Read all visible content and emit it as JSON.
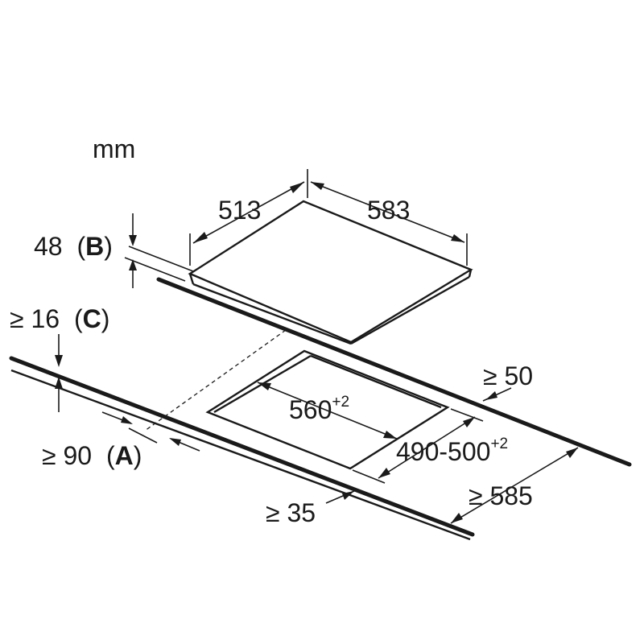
{
  "diagram": {
    "unit": "mm",
    "hob_width": "513",
    "hob_depth": "583",
    "hob_height": "48",
    "hob_height_ref": "B",
    "worktop_thickness": "≥ 16",
    "worktop_thickness_ref": "C",
    "cutout_width": "560",
    "cutout_width_tol": "+2",
    "cutout_depth": "490-500",
    "cutout_depth_tol": "+2",
    "rear_clearance": "≥ 50",
    "front_clearance": "≥ 35",
    "front_margin": "≥ 90",
    "front_margin_ref": "A",
    "worktop_depth": "≥ 585",
    "open_paren": "(",
    "close_paren": ")"
  }
}
